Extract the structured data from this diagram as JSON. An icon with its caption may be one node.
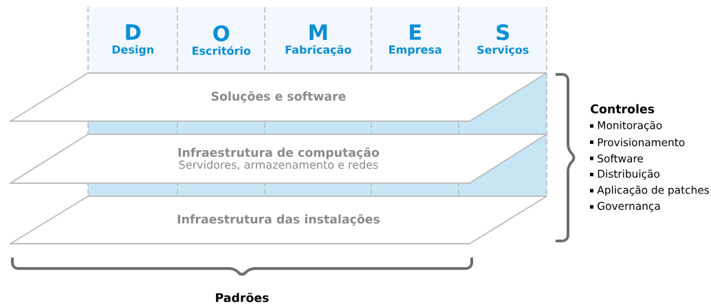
{
  "diagram": {
    "nodes": [
      {
        "text": [
          "D",
          "Design"
        ]
      },
      {
        "text": [
          "O",
          "Escritório"
        ]
      },
      {
        "text": [
          "M",
          "Fabricação"
        ]
      },
      {
        "text": [
          "E",
          "Empresa"
        ]
      },
      {
        "text": [
          "S",
          "Serviços"
        ]
      },
      {
        "text": [
          "Soluções e software"
        ]
      },
      {
        "text": [
          "Infraestrutura de computação",
          "Servidores, armazenamento e redes"
        ]
      },
      {
        "text": [
          "Infraestrutura das instalações"
        ]
      }
    ],
    "labels": [
      "Controles",
      "Monitoração",
      "Provisionamento",
      "Software",
      "Distribuição",
      "Aplicação de patches",
      "Governança",
      "Padrões"
    ]
  }
}
